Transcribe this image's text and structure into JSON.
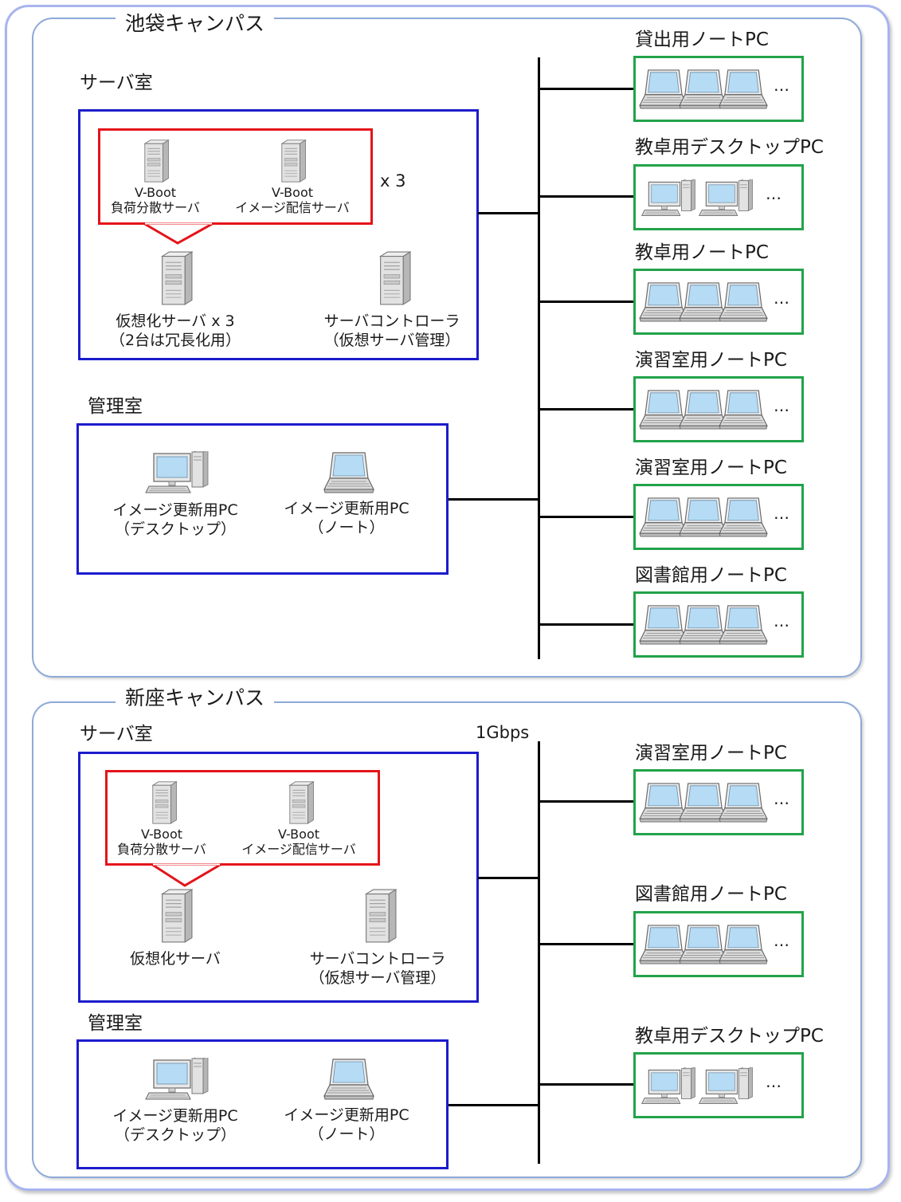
{
  "campuses": [
    {
      "name": "池袋キャンパス",
      "server_room": {
        "label": "サーバ室",
        "vboot_lb": {
          "line1": "V-Boot",
          "line2": "負荷分散サーバ"
        },
        "vboot_img": {
          "line1": "V-Boot",
          "line2": "イメージ配信サーバ"
        },
        "multiplier": "x 3",
        "virt_server": {
          "line1": "仮想化サーバ x 3",
          "line2": "（2台は冗長化用）"
        },
        "controller": {
          "line1": "サーバコントローラ",
          "line2": "（仮想サーバ管理）"
        }
      },
      "admin_room": {
        "label": "管理室",
        "desktop": {
          "line1": "イメージ更新用PC",
          "line2": "（デスクトップ）"
        },
        "laptop": {
          "line1": "イメージ更新用PC",
          "line2": "（ノート）"
        }
      },
      "client_groups": [
        {
          "label": "貸出用ノートPC",
          "device": "laptop",
          "more": "…"
        },
        {
          "label": "教卓用デスクトップPC",
          "device": "desktop",
          "more": "…"
        },
        {
          "label": "教卓用ノートPC",
          "device": "laptop",
          "more": "…"
        },
        {
          "label": "演習室用ノートPC",
          "device": "laptop",
          "more": "…"
        },
        {
          "label": "演習室用ノートPC",
          "device": "laptop",
          "more": "…"
        },
        {
          "label": "図書館用ノートPC",
          "device": "laptop",
          "more": "…"
        }
      ]
    },
    {
      "name": "新座キャンパス",
      "bandwidth": "1Gbps",
      "server_room": {
        "label": "サーバ室",
        "vboot_lb": {
          "line1": "V-Boot",
          "line2": "負荷分散サーバ"
        },
        "vboot_img": {
          "line1": "V-Boot",
          "line2": "イメージ配信サーバ"
        },
        "virt_server": {
          "line1": "仮想化サーバ"
        },
        "controller": {
          "line1": "サーバコントローラ",
          "line2": "（仮想サーバ管理）"
        }
      },
      "admin_room": {
        "label": "管理室",
        "desktop": {
          "line1": "イメージ更新用PC",
          "line2": "（デスクトップ）"
        },
        "laptop": {
          "line1": "イメージ更新用PC",
          "line2": "（ノート）"
        }
      },
      "client_groups": [
        {
          "label": "演習室用ノートPC",
          "device": "laptop",
          "more": "…"
        },
        {
          "label": "図書館用ノートPC",
          "device": "laptop",
          "more": "…"
        },
        {
          "label": "教卓用デスクトップPC",
          "device": "desktop",
          "more": "…"
        }
      ]
    }
  ],
  "colors": {
    "server_room_border": "#1c1ccc",
    "vboot_group_border": "#e4141a",
    "client_group_border": "#22a34a",
    "campus_border": "#8ea9d8",
    "outer_border": "#a8b4ee"
  }
}
